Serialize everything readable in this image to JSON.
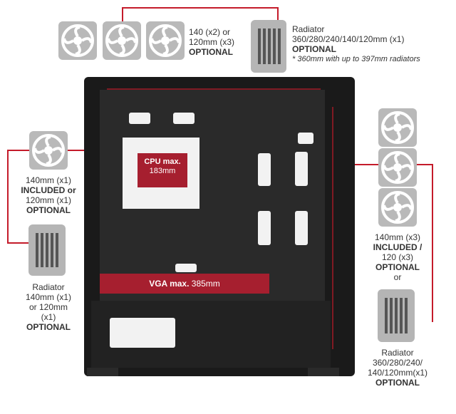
{
  "top_fans": {
    "line1": "140 (x2) or",
    "line2": "120mm (x3)",
    "line3": "OPTIONAL"
  },
  "top_radiator": {
    "line1": "Radiator",
    "line2": "360/280/240/140/120mm (x1)",
    "line3": "OPTIONAL",
    "line4": "* 360mm with up to 397mm radiators"
  },
  "rear_fan": {
    "line1": "140mm (x1)",
    "line2": "INCLUDED or",
    "line3": "120mm (x1)",
    "line4": "OPTIONAL"
  },
  "rear_radiator": {
    "line1": "Radiator",
    "line2": "140mm (x1)",
    "line3": "or 120mm",
    "line4": "(x1)",
    "line5": "OPTIONAL"
  },
  "front_fans": {
    "line1": "140mm (x3)",
    "line2": "INCLUDED /",
    "line3": "120 (x3)",
    "line4": "OPTIONAL",
    "line5": "or"
  },
  "front_radiator": {
    "line1": "Radiator",
    "line2": "360/280/240/",
    "line3": "140/120mm(x1)",
    "line4": "OPTIONAL"
  },
  "cpu": {
    "title": "CPU max.",
    "value": "183mm"
  },
  "vga": {
    "title": "VGA max.",
    "value": "385mm"
  },
  "colors": {
    "accent": "#c41b2a",
    "fan_gray": "#b9b9b9",
    "case": "#1a1a1a"
  }
}
